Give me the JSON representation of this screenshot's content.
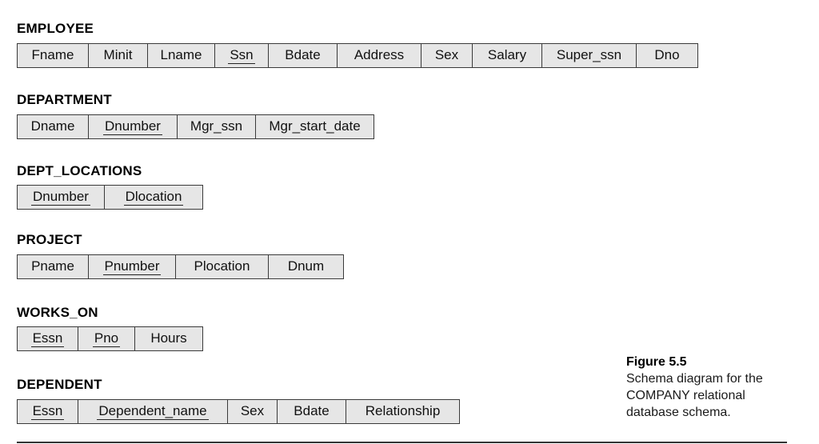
{
  "relations": [
    {
      "name": "EMPLOYEE",
      "attributes": [
        {
          "label": "Fname",
          "key": false
        },
        {
          "label": "Minit",
          "key": false
        },
        {
          "label": "Lname",
          "key": false
        },
        {
          "label": "Ssn",
          "key": true
        },
        {
          "label": "Bdate",
          "key": false
        },
        {
          "label": "Address",
          "key": false
        },
        {
          "label": "Sex",
          "key": false
        },
        {
          "label": "Salary",
          "key": false
        },
        {
          "label": "Super_ssn",
          "key": false
        },
        {
          "label": "Dno",
          "key": false
        }
      ]
    },
    {
      "name": "DEPARTMENT",
      "attributes": [
        {
          "label": "Dname",
          "key": false
        },
        {
          "label": "Dnumber",
          "key": true
        },
        {
          "label": "Mgr_ssn",
          "key": false
        },
        {
          "label": "Mgr_start_date",
          "key": false
        }
      ]
    },
    {
      "name": "DEPT_LOCATIONS",
      "attributes": [
        {
          "label": "Dnumber",
          "key": true
        },
        {
          "label": "Dlocation",
          "key": true
        }
      ]
    },
    {
      "name": "PROJECT",
      "attributes": [
        {
          "label": "Pname",
          "key": false
        },
        {
          "label": "Pnumber",
          "key": true
        },
        {
          "label": "Plocation",
          "key": false
        },
        {
          "label": "Dnum",
          "key": false
        }
      ]
    },
    {
      "name": "WORKS_ON",
      "attributes": [
        {
          "label": "Essn",
          "key": true
        },
        {
          "label": "Pno",
          "key": true
        },
        {
          "label": "Hours",
          "key": false
        }
      ]
    },
    {
      "name": "DEPENDENT",
      "attributes": [
        {
          "label": "Essn",
          "key": true
        },
        {
          "label": "Dependent_name",
          "key": true
        },
        {
          "label": "Sex",
          "key": false
        },
        {
          "label": "Bdate",
          "key": false
        },
        {
          "label": "Relationship",
          "key": false
        }
      ]
    }
  ],
  "caption": {
    "figure_label": "Figure 5.5",
    "line1": "Schema diagram for the",
    "line2": "COMPANY relational",
    "line3": "database schema."
  },
  "colors": {
    "cell_background": "#e6e6e6",
    "border": "#3a3a3a",
    "text": "#111111"
  }
}
